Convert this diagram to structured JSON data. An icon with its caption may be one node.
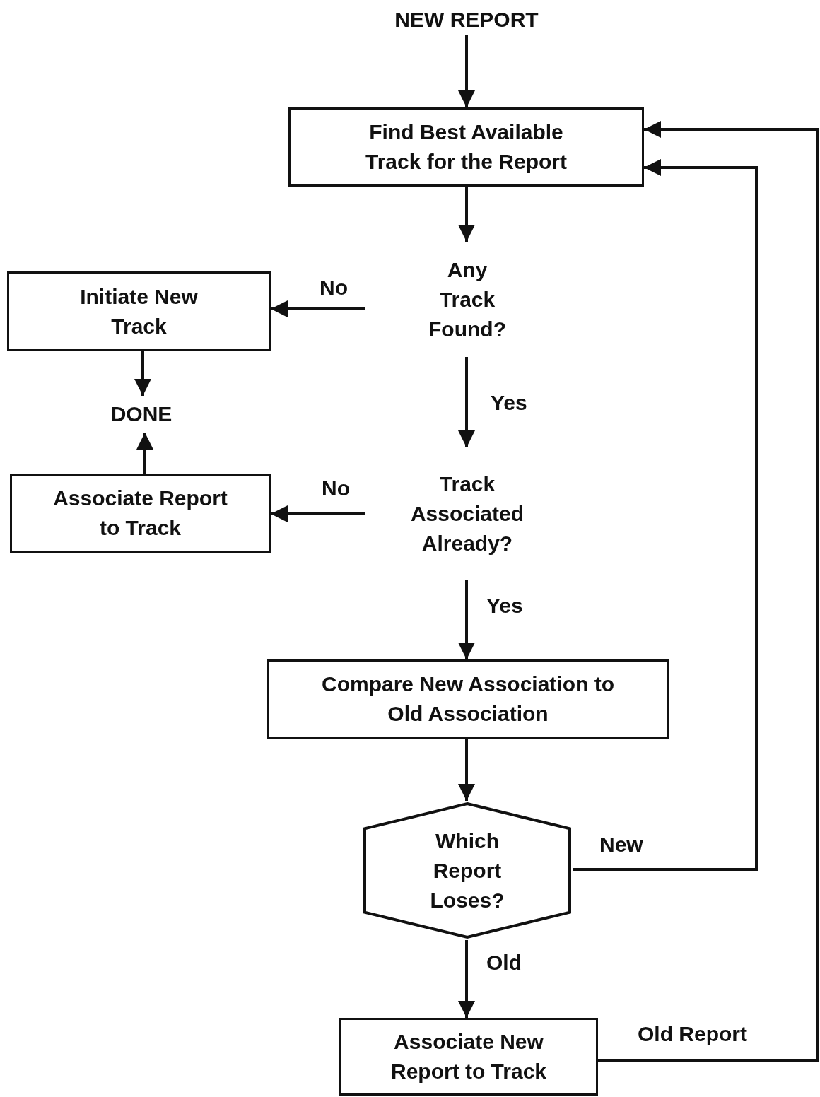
{
  "diagram": {
    "nodes": [
      {
        "text": [
          "NEW REPORT"
        ]
      },
      {
        "text": [
          "Find Best Available Track for the Report"
        ]
      },
      {
        "text": [
          "Any Track Found?"
        ]
      },
      {
        "text": [
          "Initiate New Track"
        ]
      },
      {
        "text": [
          "DONE"
        ]
      },
      {
        "text": [
          "Track Associated Already?"
        ]
      },
      {
        "text": [
          "Associate Report to Track"
        ]
      },
      {
        "text": [
          "Compare New Association to Old Association"
        ]
      },
      {
        "text": [
          "Which Report Loses?"
        ]
      },
      {
        "text": [
          "Associate New Report to Track"
        ]
      }
    ],
    "edges": [
      {
        "from": 0,
        "to": 1,
        "arrow": "to"
      },
      {
        "from": 1,
        "to": 2,
        "arrow": "to"
      },
      {
        "from": 2,
        "to": 3,
        "arrow": "to",
        "label": "No"
      },
      {
        "from": 3,
        "to": 4,
        "arrow": "to"
      },
      {
        "from": 2,
        "to": 5,
        "arrow": "to",
        "label": "Yes"
      },
      {
        "from": 5,
        "to": 6,
        "arrow": "to",
        "label": "No"
      },
      {
        "from": 6,
        "to": 4,
        "arrow": "to"
      },
      {
        "from": 5,
        "to": 7,
        "arrow": "to",
        "label": "Yes"
      },
      {
        "from": 7,
        "to": 8,
        "arrow": "to"
      },
      {
        "from": 8,
        "to": 1,
        "arrow": "to",
        "label": "New"
      },
      {
        "from": 8,
        "to": 9,
        "arrow": "to",
        "label": "Old"
      },
      {
        "from": 9,
        "to": 1,
        "arrow": "to",
        "label": "Old Report"
      }
    ]
  }
}
